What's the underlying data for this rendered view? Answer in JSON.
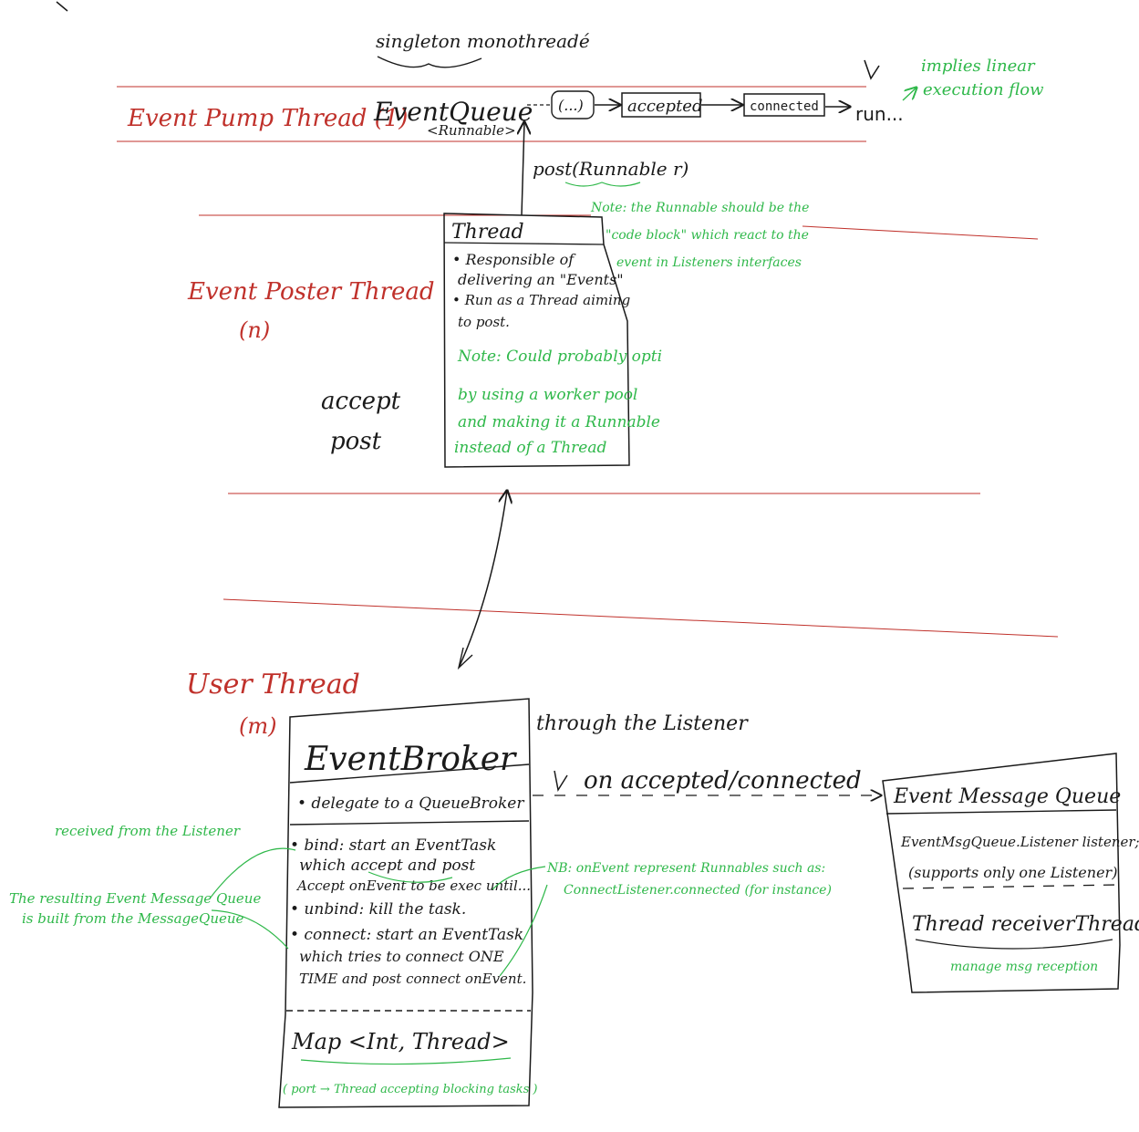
{
  "sections": {
    "event_pump": {
      "label": "Event Pump Thread (1)"
    },
    "event_poster": {
      "label": "Event Poster Thread",
      "count": "(n)"
    },
    "user": {
      "label": "User Thread",
      "count": "(m)"
    }
  },
  "pump": {
    "note_top": "singleton monothreadé",
    "queue_label": "EventQueue",
    "queue_type": "<Runnable>",
    "ellipsis_box": "(...)",
    "accepted_box": "accepted",
    "connected_box": "connected",
    "run_text": "run...",
    "implies_note_1": "implies linear",
    "implies_note_2": "execution flow"
  },
  "post_call": "post(Runnable r)",
  "runnable_note": [
    "Note: the Runnable should be the",
    "\"code block\" which react to the",
    "event in Listeners interfaces"
  ],
  "thread_box": {
    "title": "Thread",
    "bullets": [
      "• Responsible of",
      "delivering an \"Events\"",
      "• Run as a Thread aiming",
      "to post."
    ],
    "note": [
      "Note: Could probably opti",
      "by using a worker pool",
      "and making it a Runnable",
      "instead of a Thread"
    ]
  },
  "accept_label": "accept",
  "post_label": "post",
  "broker": {
    "title": "EventBroker",
    "delegate": "• delegate to a QueueBroker",
    "bind_lines": [
      "• bind: start an EventTask",
      "which accept and post",
      "Accept onEvent to be exec until..."
    ],
    "unbind_line": "• unbind: kill the task.",
    "connect_lines": [
      "• connect: start an EventTask",
      "which tries to connect ONE",
      "TIME and post connect onEvent."
    ],
    "map_label": "Map <Int, Thread>",
    "map_note": "( port → Thread accepting blocking tasks )"
  },
  "listener_note": "through the Listener",
  "on_accepted": "on accepted/connected",
  "left_notes": {
    "received": "received from the Listener",
    "resulting_1": "The resulting Event Message Queue",
    "resulting_2": "is built from the MessageQueue"
  },
  "onevent_note_1": "NB: onEvent represent Runnables such as:",
  "onevent_note_2": "ConnectListener.connected (for instance)",
  "emq": {
    "title": "Event Message Queue",
    "listener_field": "EventMsgQueue.Listener listener;",
    "supports": "(supports only one Listener)",
    "thread_field": "Thread receiverThread",
    "manage": "manage msg reception"
  },
  "colors": {
    "red": "#c0312b",
    "green": "#2fb84a",
    "ink": "#1a1a1a"
  }
}
